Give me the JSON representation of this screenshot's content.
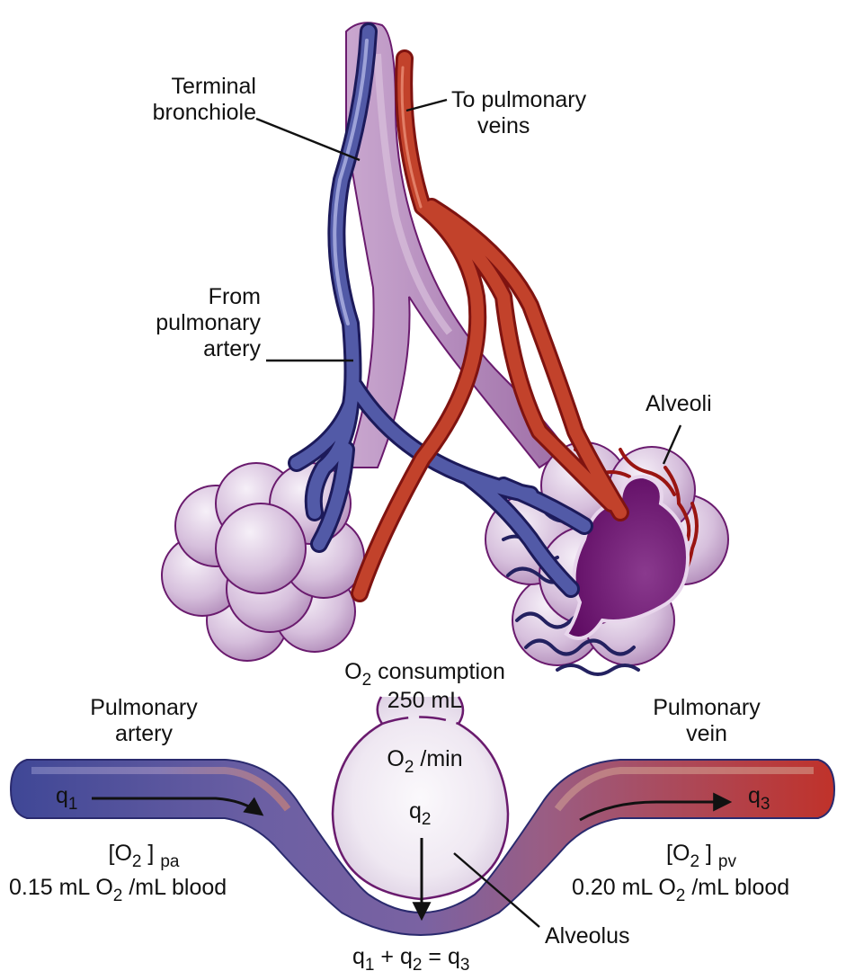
{
  "figure": {
    "title": "Pulmonary gas exchange and O2 mass balance",
    "colors": {
      "deoxygenated_blood": "#4f56a3",
      "oxygenated_blood": "#c2422b",
      "airway": "#b48bbd",
      "alveolus_fill": "#e6d9ea",
      "alveolus_outline": "#6a1b6e",
      "alveolus_interior": "#6e1470",
      "capillary_blue": "#232160",
      "capillary_red": "#9a1512"
    }
  },
  "upper_labels": {
    "terminal_bronchiole": [
      "Terminal",
      "bronchiole"
    ],
    "to_pulmonary_veins": [
      "To pulmonary",
      "veins"
    ],
    "from_pulmonary_artery": [
      "From",
      "pulmonary",
      "artery"
    ],
    "alveoli": "Alveoli"
  },
  "lower_labels": {
    "o2_consumption": {
      "prefix": "O",
      "sub": "2",
      "text": " consumption"
    },
    "consumption_value": "250 mL",
    "per_min": {
      "prefix": "O",
      "sub": "2",
      "text": " /min"
    },
    "pulmonary_artery": [
      "Pulmonary",
      "artery"
    ],
    "pulmonary_vein": [
      "Pulmonary",
      "vein"
    ],
    "q1": {
      "base": "q",
      "sub": "1"
    },
    "q2": {
      "base": "q",
      "sub": "2"
    },
    "q3": {
      "base": "q",
      "sub": "3"
    },
    "pa_conc": {
      "open": "[O",
      "sub": "2",
      "close": " ]",
      "site": "pa"
    },
    "pa_value": {
      "before": "0.15 mL O",
      "sub": "2",
      "after": " /mL blood"
    },
    "pv_conc": {
      "open": "[O",
      "sub": "2",
      "close": " ]",
      "site": "pv"
    },
    "pv_value": {
      "before": "0.20 mL O",
      "sub": "2",
      "after": " /mL blood"
    },
    "alveolus": "Alveolus",
    "equation": {
      "q1": "q",
      "s1": "1",
      "plus": " + q",
      "s2": "2",
      "eq": " = q",
      "s3": "3"
    }
  },
  "values": {
    "o2_consumption_ml_per_min": 250,
    "pa_o2_ml_per_ml_blood": 0.15,
    "pv_o2_ml_per_ml_blood": 0.2
  }
}
